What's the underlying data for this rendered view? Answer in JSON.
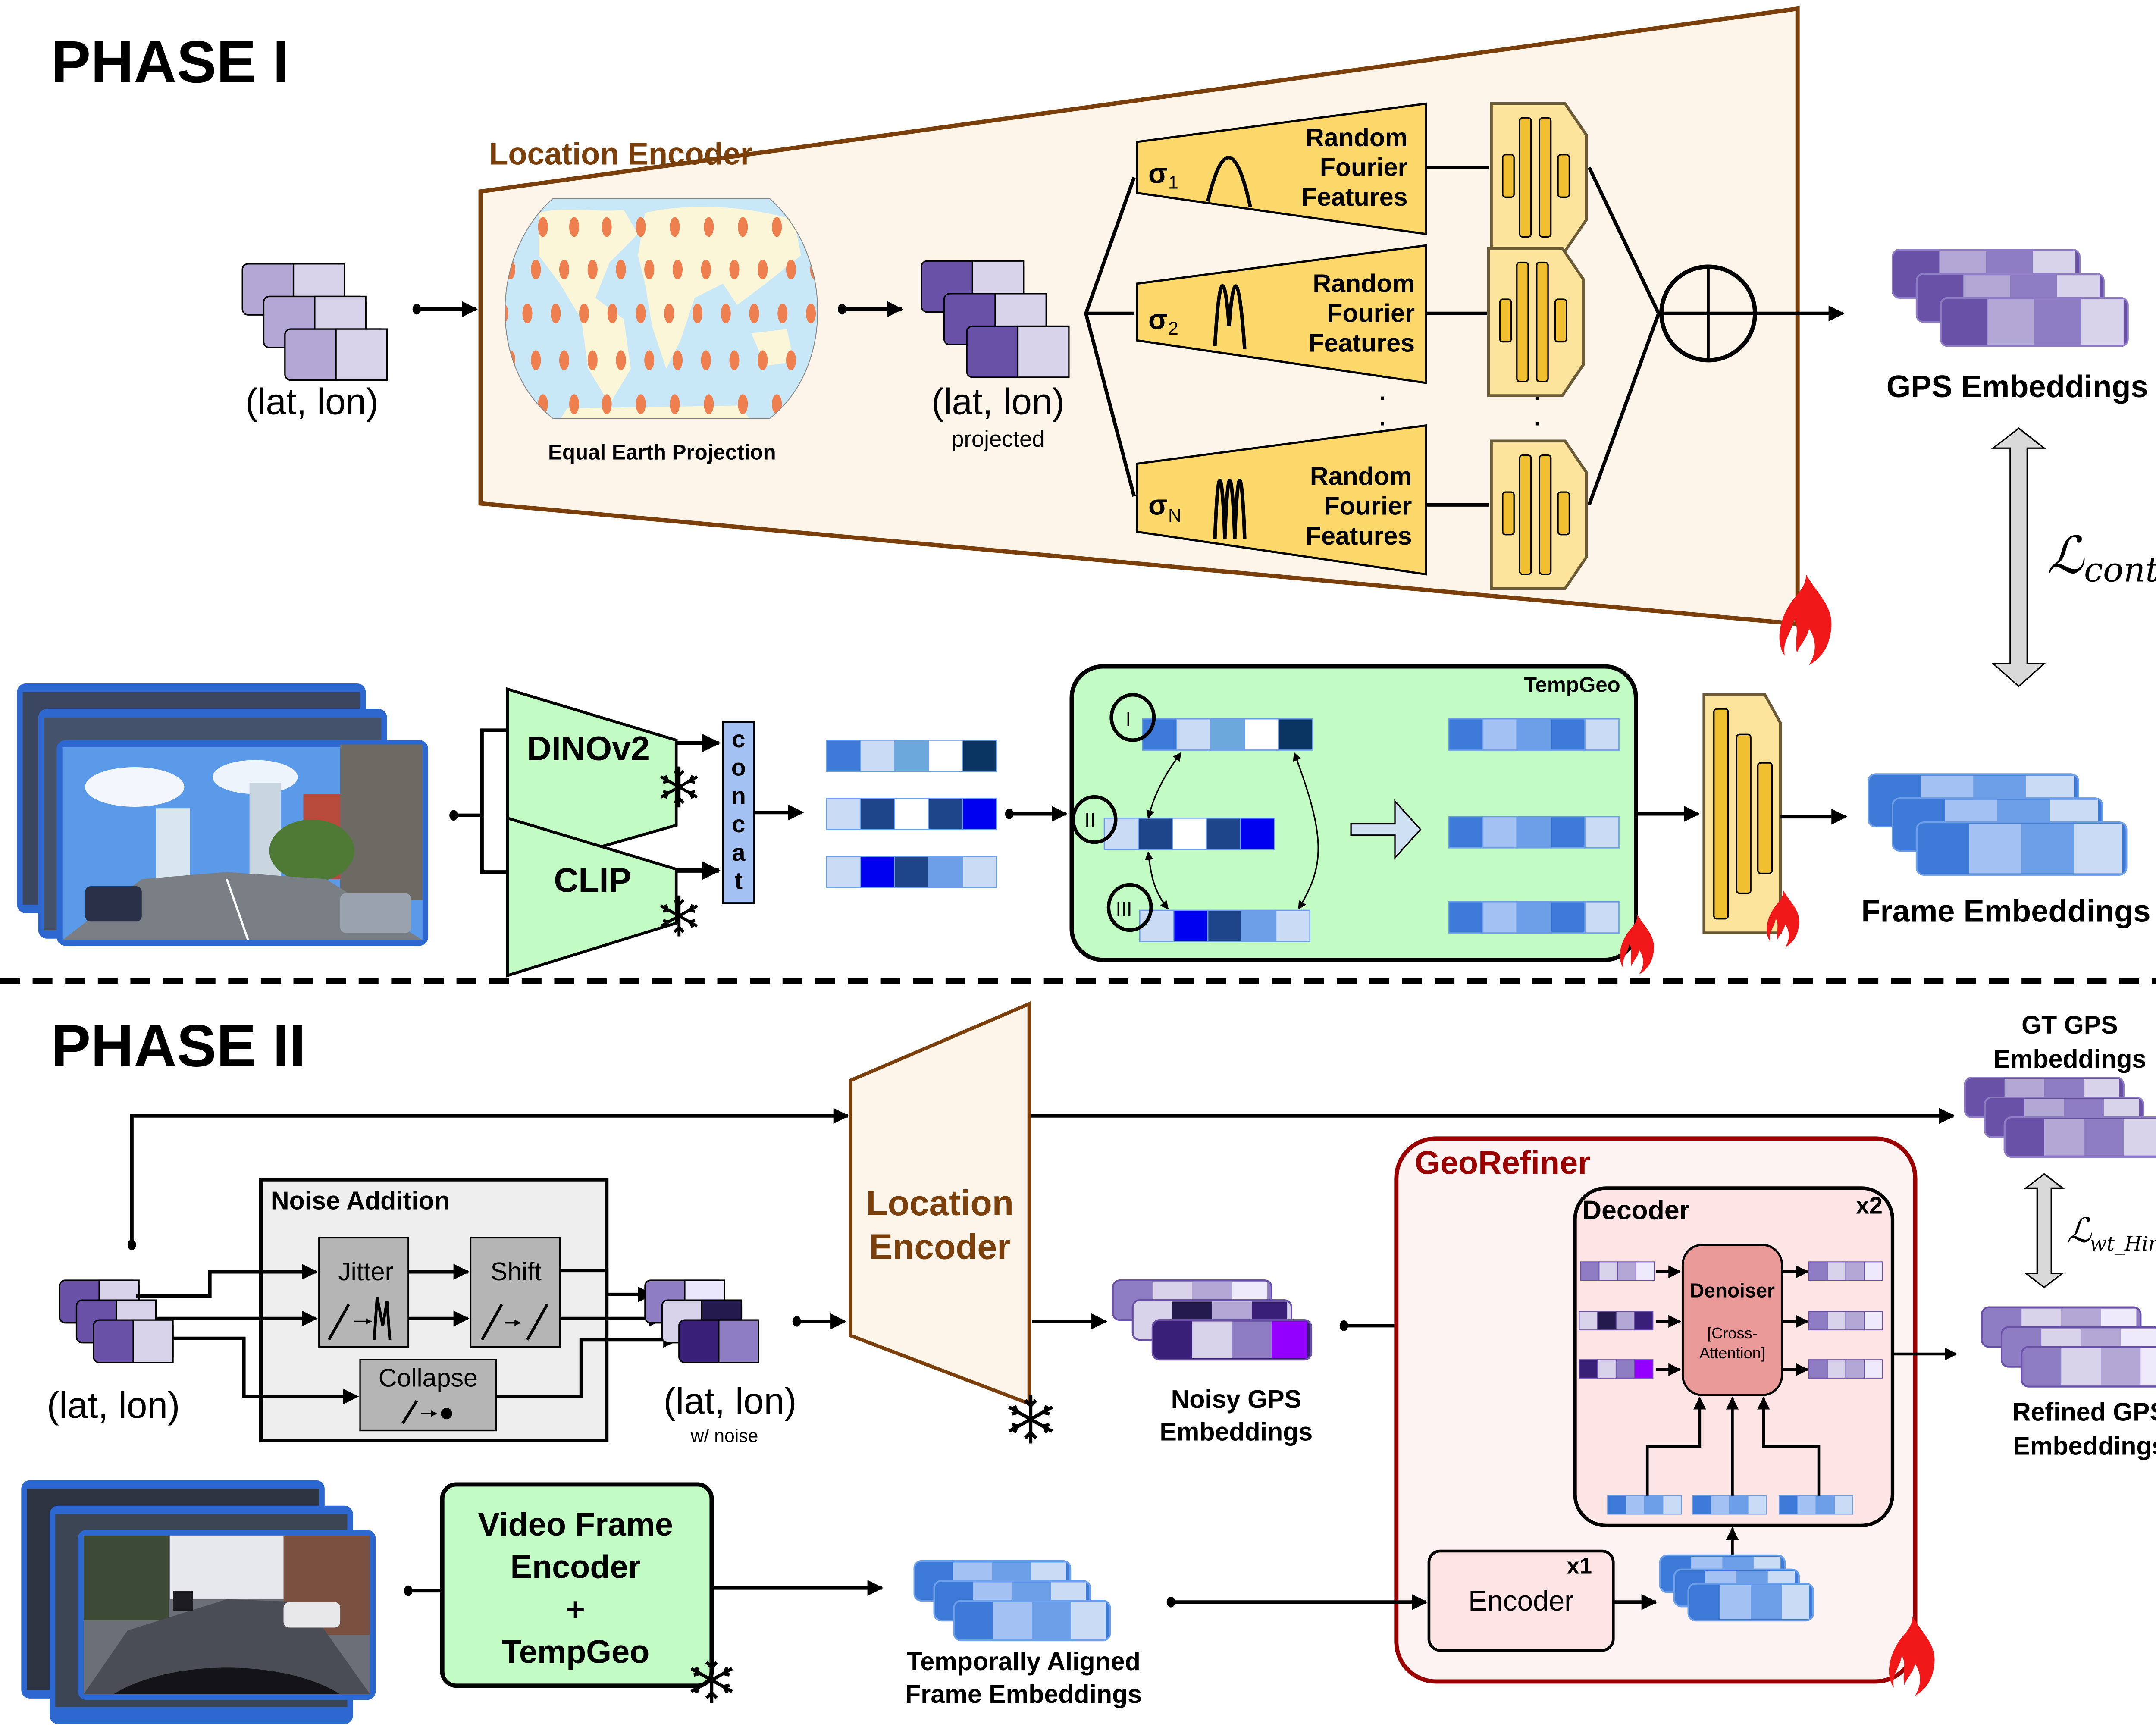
{
  "phase1": {
    "title": "PHASE  I",
    "input_label": "(lat, lon)",
    "location_encoder": {
      "title": "Location Encoder",
      "projection_label": "Equal Earth Projection",
      "projected_label": "(lat, lon)",
      "projected_sublabel": "projected",
      "rff_branches": [
        {
          "sigma": "σ",
          "sub": "1",
          "line1": "Random",
          "line2": "Fourier",
          "line3": "Features"
        },
        {
          "sigma": "σ",
          "sub": "2",
          "line1": "Random",
          "line2": "Fourier",
          "line3": "Features"
        },
        {
          "sigma": "σ",
          "sub": "N",
          "line1": "Random",
          "line2": "Fourier",
          "line3": "Features"
        }
      ],
      "ellipsis": ".",
      "sum_symbol": "⊕"
    },
    "gps_embeddings_label": "GPS Embeddings",
    "loss_label": "ℒ",
    "loss_sub": "contr.",
    "dinov2_label": "DINOv2",
    "clip_label": "CLIP",
    "concat_letters": [
      "c",
      "o",
      "n",
      "c",
      "a",
      "t"
    ],
    "tempgeo": {
      "title": "TempGeo",
      "markers": [
        "I",
        "II",
        "III"
      ]
    },
    "frame_embeddings_label": "Frame Embeddings"
  },
  "phase2": {
    "title": "PHASE  II",
    "input_label": "(lat, lon)",
    "noise_addition": {
      "title": "Noise Addition",
      "jitter": "Jitter",
      "shift": "Shift",
      "collapse": "Collapse"
    },
    "noisy_input_label": "(lat, lon)",
    "noisy_input_sublabel": "w/ noise",
    "location_encoder_line1": "Location",
    "location_encoder_line2": "Encoder",
    "noisy_gps_line1": "Noisy GPS",
    "noisy_gps_line2": "Embeddings",
    "georefiner": {
      "title": "GeoRefiner",
      "decoder_title": "Decoder",
      "decoder_repeat": "x2",
      "denoiser_title": "Denoiser",
      "denoiser_sub1": "[Cross-",
      "denoiser_sub2": "Attention]",
      "encoder_title": "Encoder",
      "encoder_repeat": "x1"
    },
    "gt_gps_line1": "GT GPS",
    "gt_gps_line2": "Embeddings",
    "loss_label": "ℒ",
    "loss_sub": "wt_Hinge",
    "refined_line1": "Refined GPS",
    "refined_line2": "Embeddings",
    "video_encoder_line1": "Video Frame",
    "video_encoder_line2": "Encoder",
    "video_encoder_line3": "+",
    "video_encoder_line4": "TempGeo",
    "aligned_line1": "Temporally Aligned",
    "aligned_line2": "Frame Embeddings"
  },
  "colors": {
    "encoder_fill": "#fdf5ea",
    "encoder_stroke": "#7a3f0a",
    "rff_fill": "#fcd86b",
    "mlp_fill": "#fde49c",
    "mlp_bar": "#f0c030",
    "green_fill": "#c2fbc3",
    "noise_fill": "#eeeeee",
    "noise_box": "#b5b5b5",
    "georefiner_stroke": "#9a0000",
    "georefiner_fill": "#fdf3f2",
    "decoder_fill": "#fde5e5",
    "denoiser_fill": "#e99a98",
    "fire": "#f01818",
    "image_border": "#2c68d0"
  }
}
